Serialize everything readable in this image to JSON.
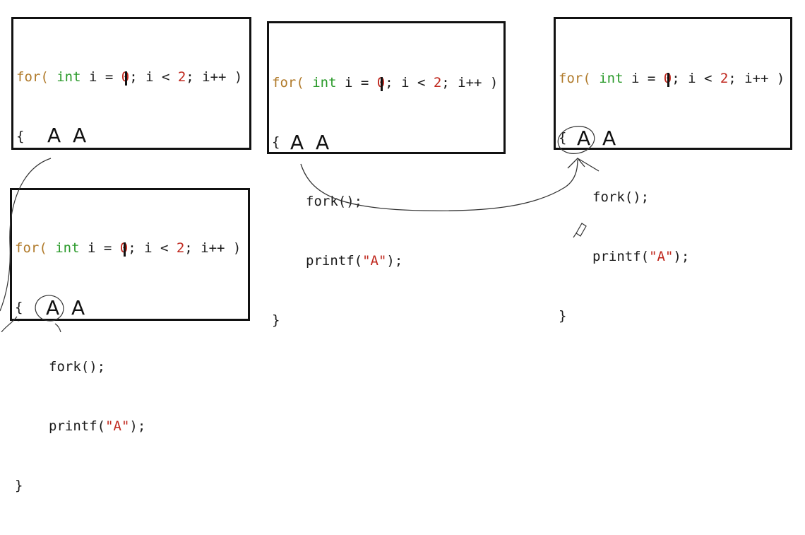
{
  "code": {
    "for_kw": "for(",
    "int_kw": "int",
    "init_pre": " i = ",
    "init_val": "0",
    "cond_pre": "; i < ",
    "cond_val": "2",
    "incr": "; i++ )",
    "open_brace": "{",
    "fork_call": "fork();",
    "printf_pre": "printf(",
    "printf_str": "\"A\"",
    "printf_post": ");",
    "close_brace": "}"
  },
  "outputs": {
    "box1": "A A",
    "box2": "A A",
    "box3": "A A",
    "box4": "A A"
  },
  "colors": {
    "keyword_for": "#b07a2a",
    "keyword_int": "#2a9a2a",
    "literal": "#c0281e",
    "border": "#111111",
    "ink": "#333333"
  }
}
